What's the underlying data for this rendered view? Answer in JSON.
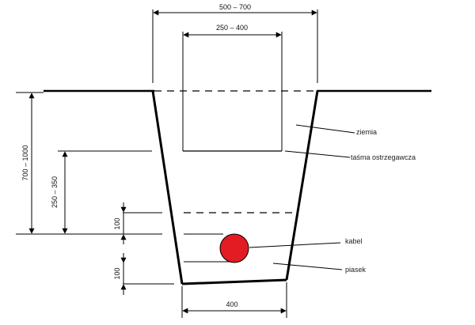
{
  "dimensions": {
    "top_outer_width": "500 – 700",
    "top_inner_width": "250 – 400",
    "bottom_width": "400",
    "total_depth": "700 – 1000",
    "tape_depth": "250 – 350",
    "sand_above": "100",
    "sand_below": "100"
  },
  "labels": {
    "soil": "ziemia",
    "warning_tape": "taśma ostrzegawcza",
    "cable": "kabel",
    "sand": "piasek"
  },
  "colors": {
    "line": "#000000",
    "cable_fill": "#e31b23"
  }
}
